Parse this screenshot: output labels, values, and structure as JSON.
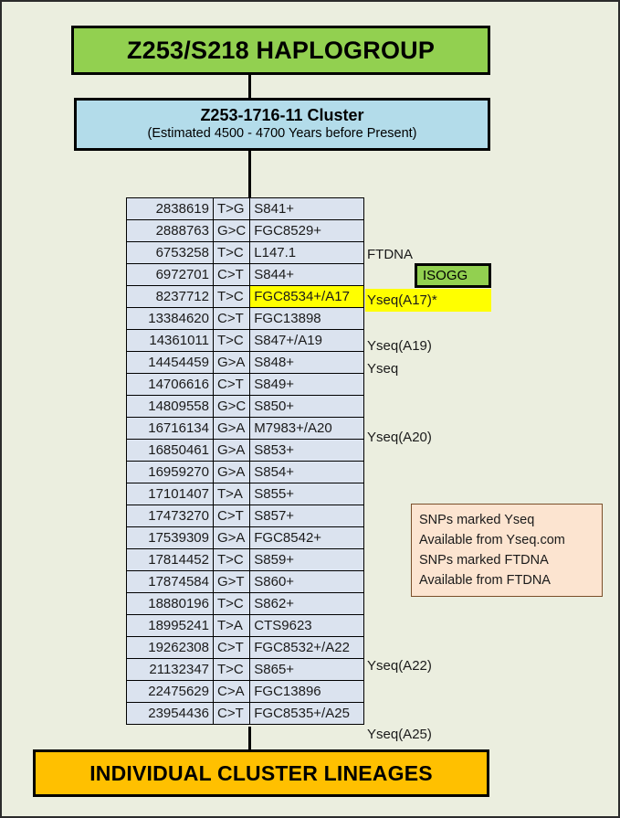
{
  "header": {
    "haplogroup_title": "Z253/S218 HAPLOGROUP",
    "cluster_title": "Z253-1716-11 Cluster",
    "cluster_subtitle": "(Estimated 4500 - 4700 Years before Present)"
  },
  "footer": {
    "lineages_title": "INDIVIDUAL CLUSTER LINEAGES"
  },
  "callout": {
    "isogg_label": "ISOGG"
  },
  "legend": {
    "lines": [
      "SNPs marked Yseq",
      "Available from Yseq.com",
      "SNPs marked FTDNA",
      "Available from FTDNA"
    ]
  },
  "colors": {
    "background": "#ebeedf",
    "haplogroup_green": "#92d050",
    "cluster_blue": "#b3dcea",
    "lineages_orange": "#ffc000",
    "table_row_blue": "#dbe3ef",
    "highlight_yellow": "#ffff00",
    "legend_peach": "#fce4d0",
    "legend_border": "#7a4f2a",
    "line_black": "#000000"
  },
  "snp_table": {
    "columns": [
      "position",
      "mutation",
      "snp"
    ],
    "rows": [
      {
        "position": "2838619",
        "mutation": "T>G",
        "snp": "S841+",
        "source": "",
        "highlight": false
      },
      {
        "position": "2888763",
        "mutation": "G>C",
        "snp": "FGC8529+",
        "source": "",
        "highlight": false
      },
      {
        "position": "6753258",
        "mutation": "T>C",
        "snp": "L147.1",
        "source": "FTDNA",
        "highlight": false
      },
      {
        "position": "6972701",
        "mutation": "C>T",
        "snp": "S844+",
        "source": "",
        "highlight": false
      },
      {
        "position": "8237712",
        "mutation": "T>C",
        "snp": "FGC8534+/A17",
        "source": "Yseq(A17)*",
        "highlight": true
      },
      {
        "position": "13384620",
        "mutation": "C>T",
        "snp": "FGC13898",
        "source": "",
        "highlight": false
      },
      {
        "position": "14361011",
        "mutation": "T>C",
        "snp": "S847+/A19",
        "source": "Yseq(A19)",
        "highlight": false
      },
      {
        "position": "14454459",
        "mutation": "G>A",
        "snp": "S848+",
        "source": "Yseq",
        "highlight": false
      },
      {
        "position": "14706616",
        "mutation": "C>T",
        "snp": "S849+",
        "source": "",
        "highlight": false
      },
      {
        "position": "14809558",
        "mutation": "G>C",
        "snp": "S850+",
        "source": "",
        "highlight": false
      },
      {
        "position": "16716134",
        "mutation": "G>A",
        "snp": "M7983+/A20",
        "source": "Yseq(A20)",
        "highlight": false
      },
      {
        "position": "16850461",
        "mutation": "G>A",
        "snp": "S853+",
        "source": "",
        "highlight": false
      },
      {
        "position": "16959270",
        "mutation": "G>A",
        "snp": "S854+",
        "source": "",
        "highlight": false
      },
      {
        "position": "17101407",
        "mutation": "T>A",
        "snp": "S855+",
        "source": "",
        "highlight": false
      },
      {
        "position": "17473270",
        "mutation": "C>T",
        "snp": "S857+",
        "source": "",
        "highlight": false
      },
      {
        "position": "17539309",
        "mutation": "G>A",
        "snp": "FGC8542+",
        "source": "",
        "highlight": false
      },
      {
        "position": "17814452",
        "mutation": "T>C",
        "snp": "S859+",
        "source": "",
        "highlight": false
      },
      {
        "position": "17874584",
        "mutation": "G>T",
        "snp": "S860+",
        "source": "",
        "highlight": false
      },
      {
        "position": "18880196",
        "mutation": "T>C",
        "snp": "S862+",
        "source": "",
        "highlight": false
      },
      {
        "position": "18995241",
        "mutation": "T>A",
        "snp": "CTS9623",
        "source": "",
        "highlight": false
      },
      {
        "position": "19262308",
        "mutation": "C>T",
        "snp": "FGC8532+/A22",
        "source": "Yseq(A22)",
        "highlight": false
      },
      {
        "position": "21132347",
        "mutation": "T>C",
        "snp": "S865+",
        "source": "",
        "highlight": false
      },
      {
        "position": "22475629",
        "mutation": "C>A",
        "snp": "FGC13896",
        "source": "",
        "highlight": false
      },
      {
        "position": "23954436",
        "mutation": "C>T",
        "snp": "FGC8535+/A25",
        "source": "Yseq(A25)",
        "highlight": false
      }
    ]
  }
}
